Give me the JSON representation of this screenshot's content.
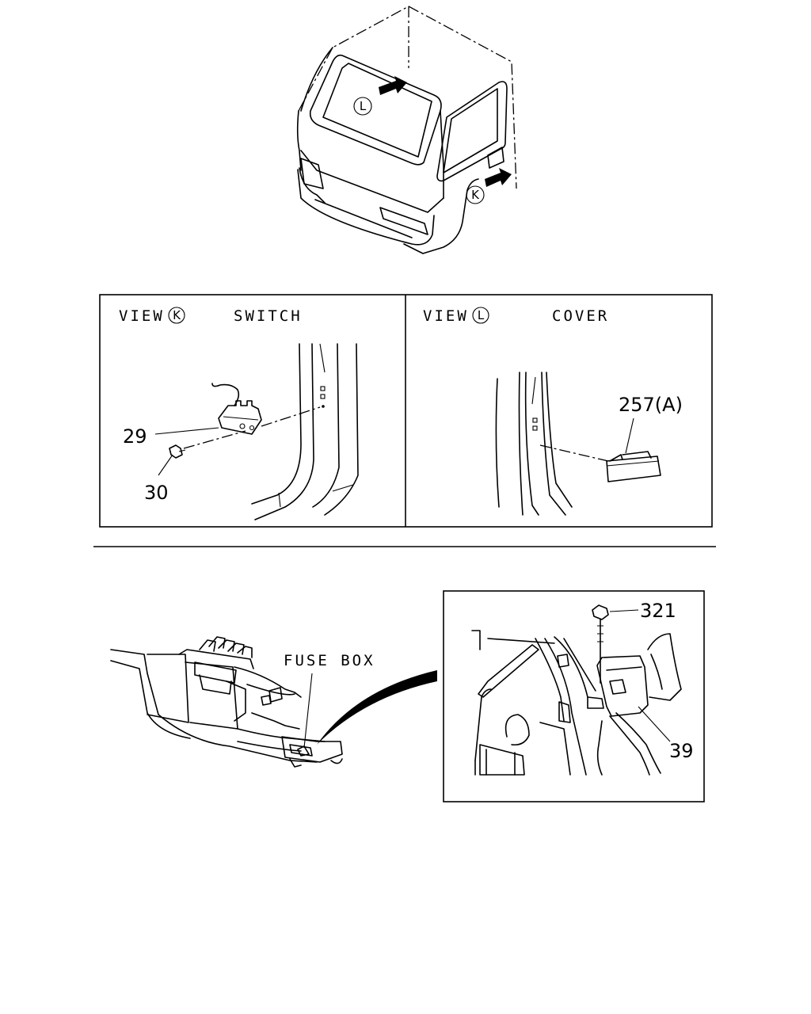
{
  "overview": {
    "view_k_marker": "K",
    "view_l_marker": "L"
  },
  "panel_k": {
    "view_word": "VIEW",
    "marker": "K",
    "title": "SWITCH",
    "callout_switch": "29",
    "callout_screw": "30"
  },
  "panel_l": {
    "view_word": "VIEW",
    "marker": "L",
    "title": "COVER",
    "callout_cover": "257(A)"
  },
  "fuse_section": {
    "label": "FUSE BOX",
    "callout_bolt": "321",
    "callout_bracket": "39"
  }
}
